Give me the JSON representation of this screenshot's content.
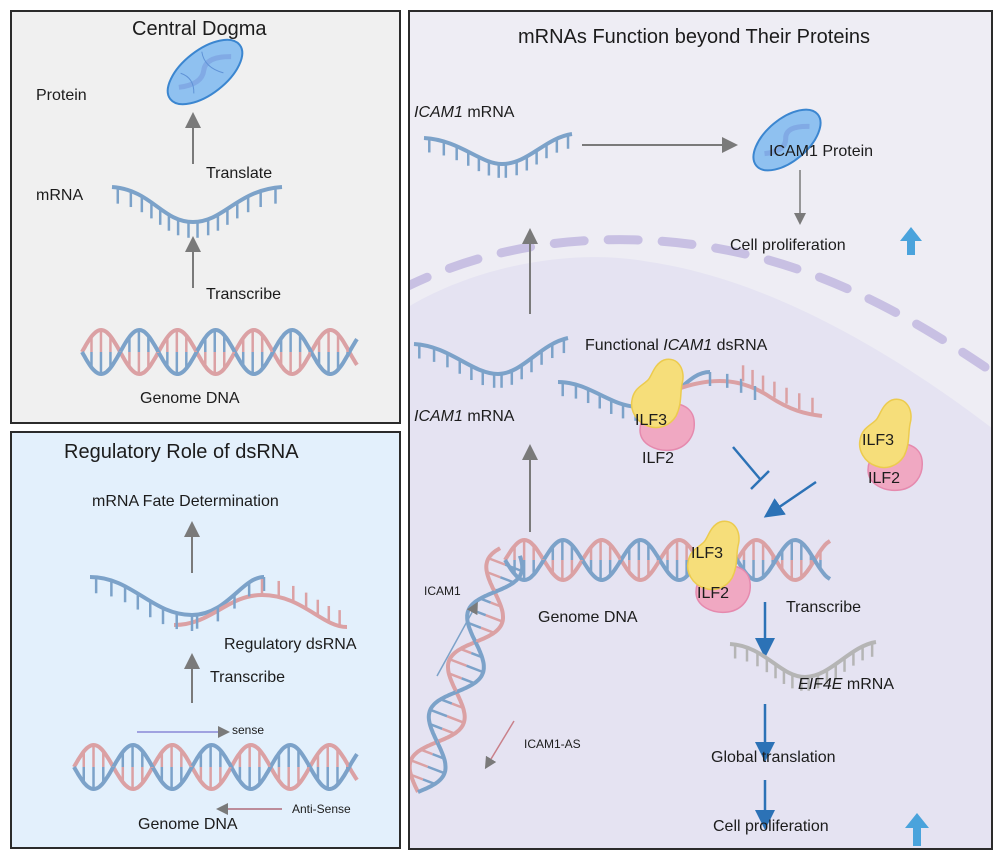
{
  "colors": {
    "blue_strand": "#7ca2c9",
    "pink_strand": "#dba1a4",
    "gray_arrow": "#7a7a7a",
    "blue_arrow": "#2c72b6",
    "up_arrow": "#4aa3dc",
    "protein_fill": "#8fc1f0",
    "protein_edge": "#3b86d0",
    "ilf3_fill": "#f6de7a",
    "ilf2_fill": "#f0a8c2",
    "nucleus_fill": "#e5e3f2",
    "nucleus_dash": "#c8c0e3",
    "grey_mrna": "#b5b5b5"
  },
  "panel_central_dogma": {
    "title": "Central Dogma",
    "protein_label": "Protein",
    "mrna_label": "mRNA",
    "translate_label": "Translate",
    "transcribe_label": "Transcribe",
    "dna_label": "Genome DNA"
  },
  "panel_dsrna": {
    "title": "Regulatory Role of dsRNA",
    "fate_label": "mRNA Fate Determination",
    "dsrna_label": "Regulatory dsRNA",
    "transcribe_label": "Transcribe",
    "sense_label": "sense",
    "antisense_label": "Anti-Sense",
    "dna_label": "Genome DNA"
  },
  "panel_mrna_function": {
    "title": "mRNAs Function beyond Their Proteins",
    "top_mrna_label_italic": "ICAM1",
    "top_mrna_label_rest": " mRNA",
    "protein_label": "ICAM1 Protein",
    "cell_prolif_top": "Cell proliferation",
    "mid_mrna_label_italic": "ICAM1",
    "mid_mrna_label_rest": " mRNA",
    "dsrna_label_pre": "Functional ",
    "dsrna_label_italic": "ICAM1",
    "dsrna_label_post": " dsRNA",
    "ilf3": "ILF3",
    "ilf2": "ILF2",
    "icam1_strand": "ICAM1",
    "icam1_as_strand": "ICAM1-AS",
    "dna_label": "Genome DNA",
    "transcribe_label": "Transcribe",
    "eif4e_italic": "EIF4E",
    "eif4e_rest": " mRNA",
    "global_translation": "Global translation",
    "cell_prolif_bottom": "Cell proliferation"
  }
}
